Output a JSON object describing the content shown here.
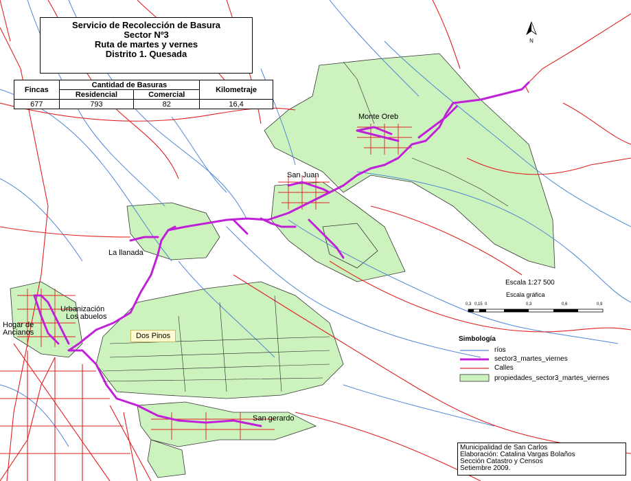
{
  "title": {
    "line1": "Servicio de Recolección de Basura",
    "line2": "Sector Nº3",
    "line3": "Ruta de martes y vernes",
    "line4": "Distrito 1. Quesada"
  },
  "stats": {
    "fincas_label": "Fincas",
    "cantidad_label": "Cantidad de Basuras",
    "residencial_label": "Residencial",
    "comercial_label": "Comercial",
    "km_label": "Kilometraje",
    "fincas": "677",
    "residencial": "793",
    "comercial": "82",
    "km": "16,4"
  },
  "places": {
    "monte_oreb": "Monte Oreb",
    "san_juan": "San Juan",
    "la_llanada": "La llanada",
    "urbanizacion": "Urbanización",
    "los_abuelos": "Los   abuelos",
    "hogar": "Hogar de",
    "ancianos": "Ancianos",
    "dos_pinos": "Dos Pinos",
    "san_gerardo": "San gerardo"
  },
  "north_label": "N",
  "scale": {
    "text": "Escala 1:27 500",
    "graphic_label": "Escala gráfica",
    "ticks": [
      "0,3",
      "0,15",
      "0",
      "0,3",
      "0,6",
      "0,9"
    ]
  },
  "legend": {
    "title": "Simbología",
    "items": [
      {
        "label": "ríos",
        "color": "#4f86d6",
        "kind": "line"
      },
      {
        "label": "sector3_martes_viernes",
        "color": "#c020d8",
        "kind": "thick"
      },
      {
        "label": "Calles",
        "color": "#e02020",
        "kind": "line"
      },
      {
        "label": "propiedades_sector3_martes_viernes",
        "color": "#ccf2bd",
        "kind": "fill"
      }
    ]
  },
  "credits": {
    "line1": "Municipalidad de San Carlos",
    "line2": "Elaboración: Catalina Vargas Bolaños",
    "line3": "Sección Catastro y Censos",
    "line4": "Setiembre 2009."
  },
  "colors": {
    "river": "#4f86d6",
    "road": "#e02020",
    "route": "#c020d8",
    "property": "#ccf2bd",
    "property_border": "#333333"
  }
}
